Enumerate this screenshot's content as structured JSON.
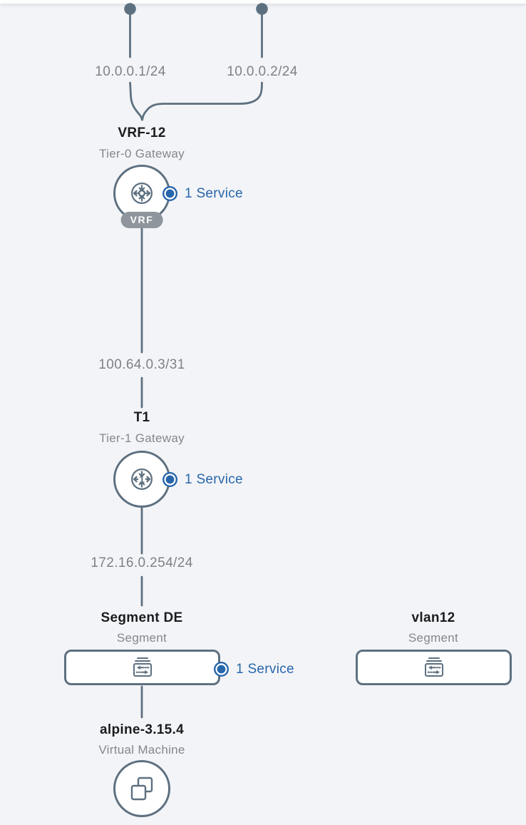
{
  "colors": {
    "background": "#f3f4f7",
    "slate_lines": "#5d7080",
    "accent_blue": "#2766ab",
    "title_text": "#1a1c1e",
    "muted_text": "#7d8288",
    "vrf_pill_gray": "#8e959c",
    "node_fill": "#ffffff"
  },
  "nodes": {
    "t0": {
      "title": "VRF-12",
      "subtitle": "Tier-0 Gateway",
      "vrf_badge": "VRF",
      "services": "1 Service",
      "icon": "tier0-gateway-icon"
    },
    "t1": {
      "title": "T1",
      "subtitle": "Tier-1 Gateway",
      "services": "1 Service",
      "icon": "tier1-gateway-icon"
    },
    "segment_de": {
      "title": "Segment DE",
      "subtitle": "Segment",
      "services": "1 Service",
      "icon": "segment-icon"
    },
    "vlan12": {
      "title": "vlan12",
      "subtitle": "Segment",
      "icon": "segment-icon"
    },
    "vm": {
      "title": "alpine-3.15.4",
      "subtitle": "Virtual Machine",
      "icon": "virtual-machine-icon"
    }
  },
  "edges": {
    "uplink1": {
      "label": "10.0.0.1/24"
    },
    "uplink2": {
      "label": "10.0.0.2/24"
    },
    "t0_to_t1": {
      "label": "100.64.0.3/31"
    },
    "t1_to_segment_de": {
      "label": "172.16.0.254/24"
    }
  }
}
